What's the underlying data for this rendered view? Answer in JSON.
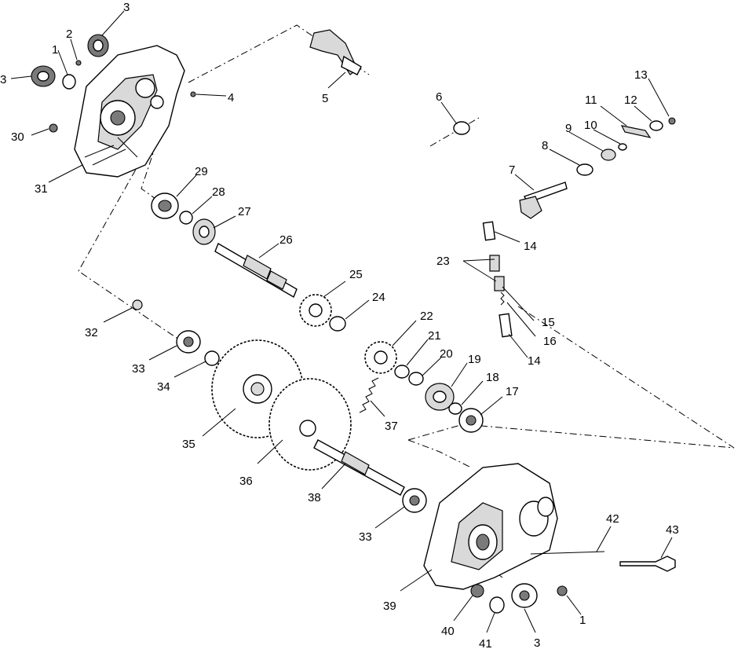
{
  "diagram": {
    "callouts": [
      "1",
      "2",
      "3",
      "3",
      "4",
      "5",
      "6",
      "7",
      "8",
      "9",
      "10",
      "11",
      "12",
      "13",
      "14",
      "15",
      "16",
      "14",
      "23",
      "25",
      "24",
      "22",
      "21",
      "20",
      "19",
      "18",
      "17",
      "26",
      "27",
      "28",
      "29",
      "30",
      "31",
      "32",
      "33",
      "34",
      "35",
      "36",
      "37",
      "38",
      "33",
      "39",
      "40",
      "41",
      "3",
      "1",
      "42",
      "43"
    ]
  }
}
